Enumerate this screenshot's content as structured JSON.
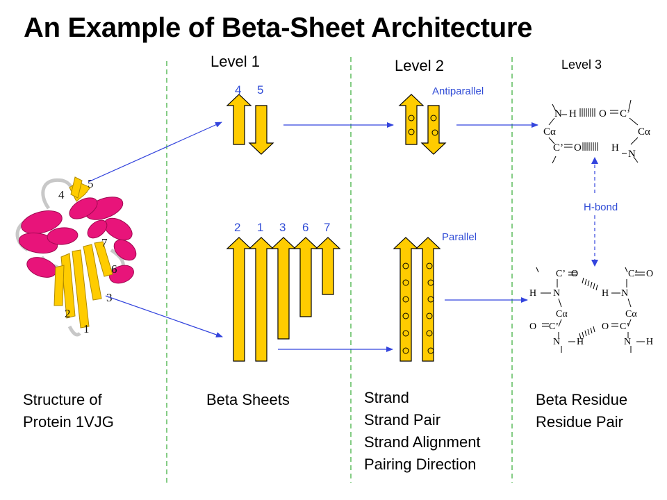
{
  "title": "An Example of Beta-Sheet Architecture",
  "levels": {
    "level1": "Level 1",
    "level2": "Level 2",
    "level3": "Level 3"
  },
  "level1": {
    "top_numbers": [
      "4",
      "5"
    ],
    "bottom_numbers": [
      "2",
      "1",
      "3",
      "6",
      "7"
    ]
  },
  "level2": {
    "antiparallel_label": "Antiparallel",
    "parallel_label": "Parallel"
  },
  "level3": {
    "hbond_label": "H-bond",
    "antiparallel_atoms": {
      "n_top": "N",
      "h_top": "H",
      "o_top": "O",
      "c_top": "C’",
      "ca_left": "Cα",
      "ca_right": "Cα",
      "c_bottom": "C’",
      "o_bottom": "O",
      "h_bottom": "H",
      "n_bottom": "N"
    },
    "parallel_atoms": {
      "c1": "C’",
      "o1": "O",
      "h1": "H",
      "n1": "N",
      "ca1": "Cα",
      "o2": "O",
      "c2": "C’",
      "n2": "N",
      "h2": "H",
      "c3": "C’",
      "o3": "O",
      "h3": "H",
      "n3": "N",
      "ca2": "Cα",
      "o4": "O",
      "c4": "C’",
      "n4": "N",
      "h4": "H"
    }
  },
  "protein_labels": [
    "5",
    "4",
    "7",
    "6",
    "3",
    "2",
    "1"
  ],
  "captions": {
    "col1": [
      "Structure of",
      "Protein 1VJG"
    ],
    "col2": [
      "Beta Sheets"
    ],
    "col3": [
      "Strand",
      "Strand Pair",
      "Strand Alignment",
      "Pairing Direction"
    ],
    "col4": [
      "Beta Residue",
      "Residue Pair"
    ]
  },
  "colors": {
    "strand_fill": "#ffcc00",
    "helix": "#e8147a",
    "arrow": "#3344dd",
    "divider": "#33aa33",
    "label_blue": "#2f4bd6"
  }
}
